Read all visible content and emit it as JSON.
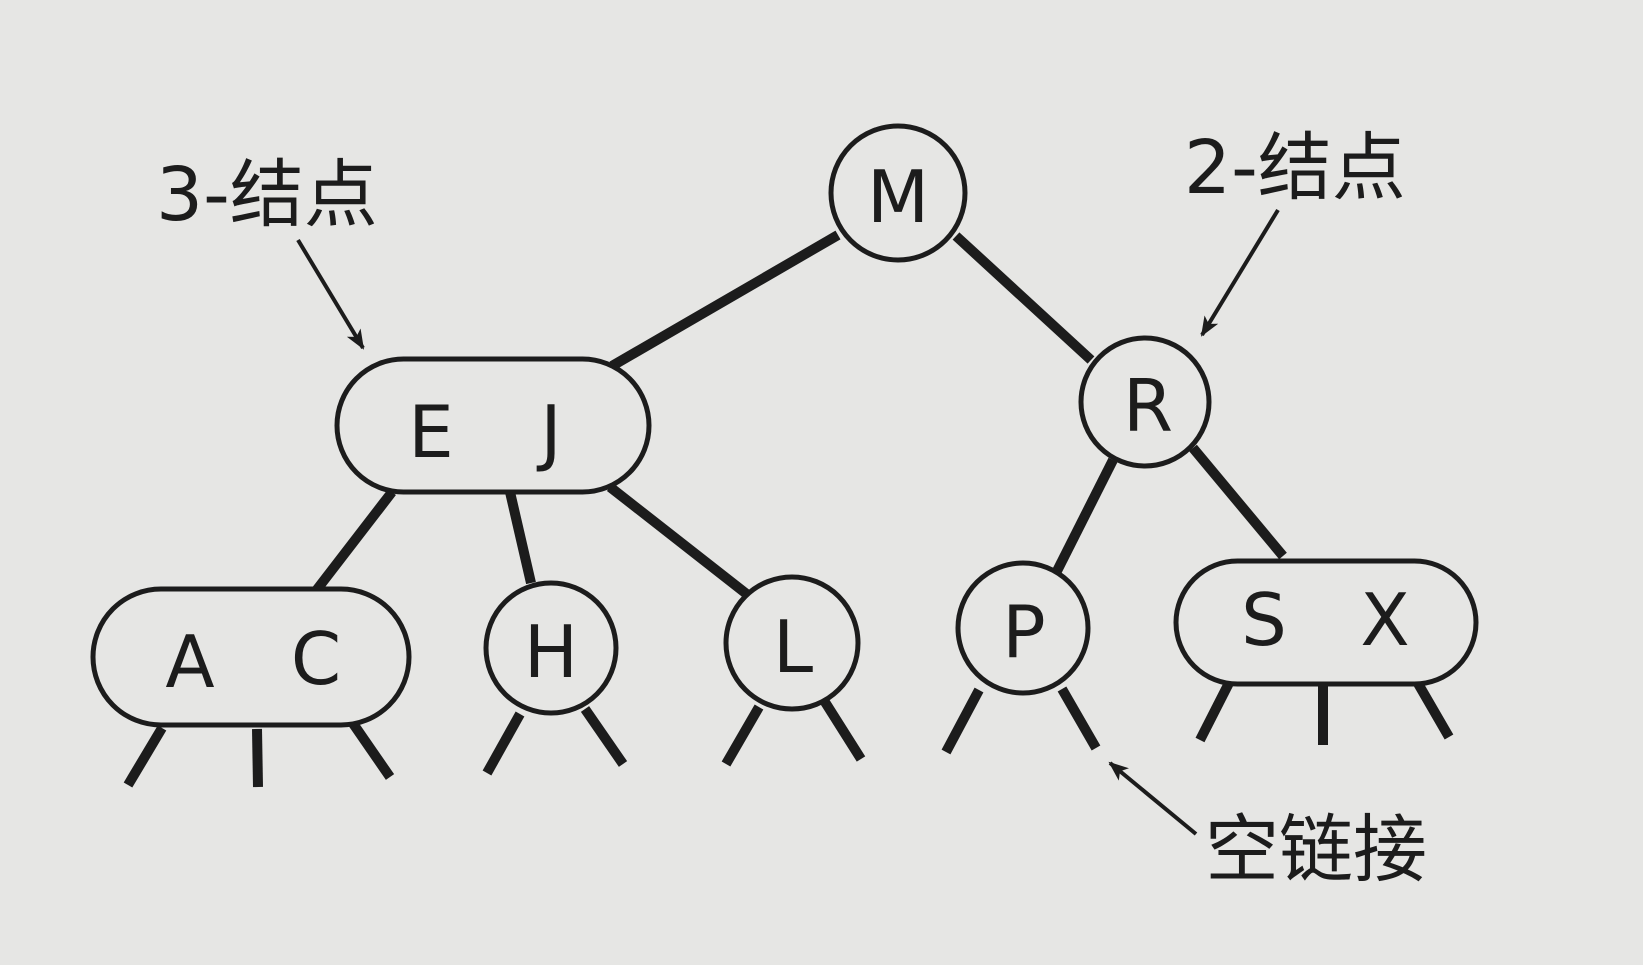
{
  "diagram": {
    "ink_color": "#1c1c1c",
    "paper_color": "#e6e6e4",
    "nodes": {
      "root": {
        "keys": [
          "M"
        ],
        "kind": "2-node"
      },
      "ej": {
        "keys": [
          "E",
          "J"
        ],
        "kind": "3-node"
      },
      "r": {
        "keys": [
          "R"
        ],
        "kind": "2-node"
      },
      "ac": {
        "keys": [
          "A",
          "C"
        ],
        "kind": "3-node"
      },
      "h": {
        "keys": [
          "H"
        ],
        "kind": "2-node"
      },
      "l": {
        "keys": [
          "L"
        ],
        "kind": "2-node"
      },
      "p": {
        "keys": [
          "P"
        ],
        "kind": "2-node"
      },
      "sx": {
        "keys": [
          "S",
          "X"
        ],
        "kind": "3-node"
      }
    },
    "edges": [
      [
        "root",
        "ej"
      ],
      [
        "root",
        "r"
      ],
      [
        "ej",
        "ac"
      ],
      [
        "ej",
        "h"
      ],
      [
        "ej",
        "l"
      ],
      [
        "r",
        "p"
      ],
      [
        "r",
        "sx"
      ]
    ],
    "callouts": {
      "three_node": "3-结点",
      "two_node": "2-结点",
      "null_link": "空链接"
    }
  }
}
